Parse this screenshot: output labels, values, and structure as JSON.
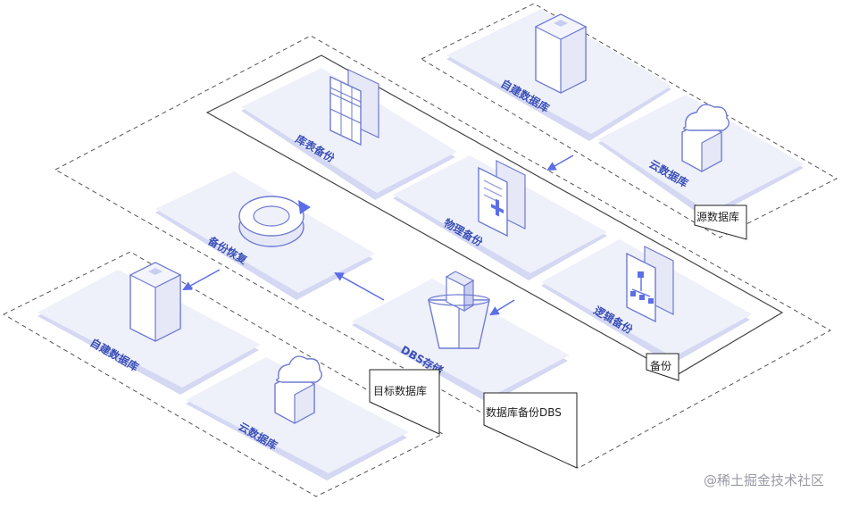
{
  "diagram": {
    "source_group": {
      "tag": "源数据库",
      "self_db": "自建数据库",
      "cloud_db": "云数据库"
    },
    "backup_group": {
      "tag": "备份",
      "table_backup": "库表备份",
      "physical_backup": "物理备份",
      "logical_backup": "逻辑备份"
    },
    "dbs_group": {
      "tag": "数据库备份DBS",
      "storage": "DBS存储",
      "restore": "备份恢复"
    },
    "target_group": {
      "tag": "目标数据库",
      "self_db": "自建数据库",
      "cloud_db": "云数据库"
    },
    "watermark": "@稀土掘金技术社区"
  },
  "colors": {
    "tile": "#eef0fa",
    "tile_edge": "#d4d8f3",
    "icon_fill": "#ffffff",
    "icon_stroke": "#6f7bd0",
    "accent": "#5b6ee8",
    "label": "#3a4fb8"
  }
}
